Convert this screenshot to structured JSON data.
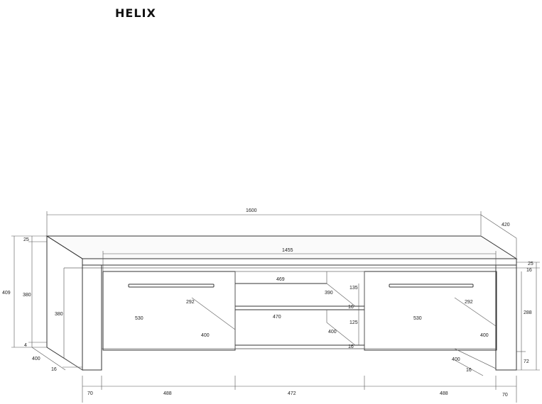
{
  "title": "HELIX",
  "dimensions": {
    "overall_width": "1600",
    "depth_top": "420",
    "inner_width": "1455",
    "left_top": "25",
    "left_height": "409",
    "left_inner": "380",
    "left_side_380": "380",
    "left_bottom": "4",
    "left_depth": "400",
    "left_thick": "16",
    "door_left_width": "530",
    "door_left_height": "292",
    "door_left_depth": "400",
    "shelf_top_width": "469",
    "shelf_top_depth": "390",
    "shelf_top_height": "135",
    "shelf_mid_thick": "16",
    "shelf_bottom_width": "470",
    "shelf_bottom_depth": "400",
    "shelf_bottom_height": "125",
    "shelf_bottom_thick": "16",
    "door_right_width": "530",
    "door_right_height": "292",
    "door_right_depth": "400",
    "right_top": "25",
    "right_thick_top": "16",
    "right_height": "288",
    "right_leg": "72",
    "right_depth": "400",
    "right_thick": "16",
    "bottom_left_leg": "70",
    "bottom_left_section": "488",
    "bottom_middle": "472",
    "bottom_right_section": "488",
    "bottom_right_leg": "70"
  }
}
